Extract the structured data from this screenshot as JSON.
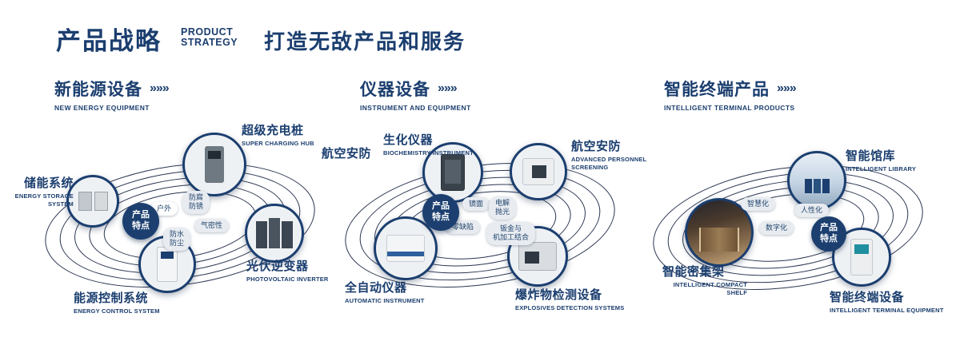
{
  "header": {
    "title": "产品战略",
    "subtitle_line1": "PRODUCT",
    "subtitle_line2": "STRATEGY",
    "tagline": "打造无敌产品和服务"
  },
  "arrows": "»»»",
  "colors": {
    "navy": "#1b3e6f",
    "ring": "#2a3550",
    "tag_bg": "#e8ecf1",
    "badge_bg": "#1c3f70"
  },
  "sections": [
    {
      "title": "新能源设备",
      "subtitle": "NEW ENERGY EQUIPMENT",
      "badge": "产品\n特点",
      "tags": [
        "防腐\n防锈",
        "户外",
        "气密性",
        "防水\n防尘"
      ],
      "products": [
        {
          "name": "超级充电桩",
          "en": "SUPER CHARGING HUB"
        },
        {
          "name": "储能系统",
          "en": "ENERGY STORAGE SYSTEM"
        },
        {
          "name": "光伏逆变器",
          "en": "PHOTOVOLTAIC INVERTER"
        },
        {
          "name": "能源控制系统",
          "en": "ENERGY CONTROL SYSTEM"
        }
      ]
    },
    {
      "title": "仪器设备",
      "subtitle": "INSTRUMENT AND EQUIPMENT",
      "badge": "产品\n特点",
      "side_label": "航空安防",
      "tags": [
        "镜面",
        "电解\n抛光",
        "零缺陷",
        "钣金与\n机加工结合"
      ],
      "products": [
        {
          "name": "生化仪器",
          "en": "BIOCHEMISTRY INSTRUMENT"
        },
        {
          "name": "航空安防",
          "en": "ADVANCED PERSONNEL SCREENING"
        },
        {
          "name": "全自动仪器",
          "en": "AUTOMATIC INSTRUMENT"
        },
        {
          "name": "爆炸物检测设备",
          "en": "EXPLOSIVES DETECTION SYSTEMS"
        }
      ]
    },
    {
      "title": "智能终端产品",
      "subtitle": "INTELLIGENT TERMINAL PRODUCTS",
      "badge": "产品\n特点",
      "tags": [
        "智慧化",
        "人性化",
        "数字化"
      ],
      "products": [
        {
          "name": "智能馆库",
          "en": "INTELLIGENT LIBRARY"
        },
        {
          "name": "智能密集架",
          "en": "INTELLIGENT COMPACT SHELF"
        },
        {
          "name": "智能终端设备",
          "en": "INTELLIGENT TERMINAL EQUIPMENT"
        }
      ]
    }
  ]
}
